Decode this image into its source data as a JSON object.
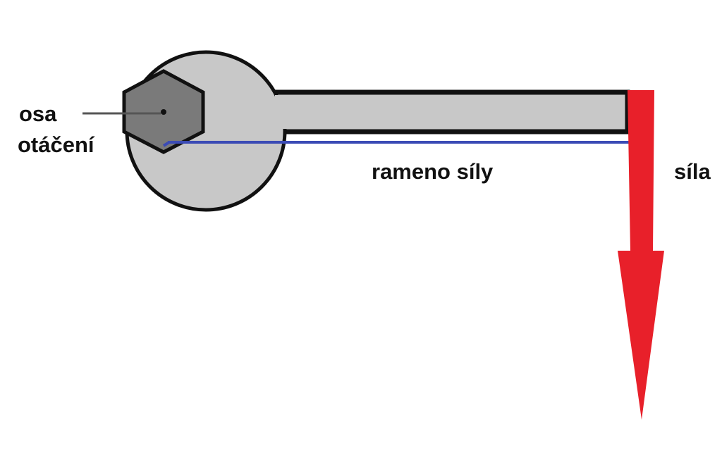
{
  "labels": {
    "axis_line1": "osa",
    "axis_line2": "otáčení",
    "lever_arm": "rameno síly",
    "force": "síla"
  },
  "colors": {
    "wrench_fill": "#c8c8c8",
    "wrench_outline": "#111111",
    "bolt_fill": "#7a7a7a",
    "lever_arm_line": "#3b4bb5",
    "force_arrow": "#e8202a",
    "pointer_line": "#555555"
  }
}
